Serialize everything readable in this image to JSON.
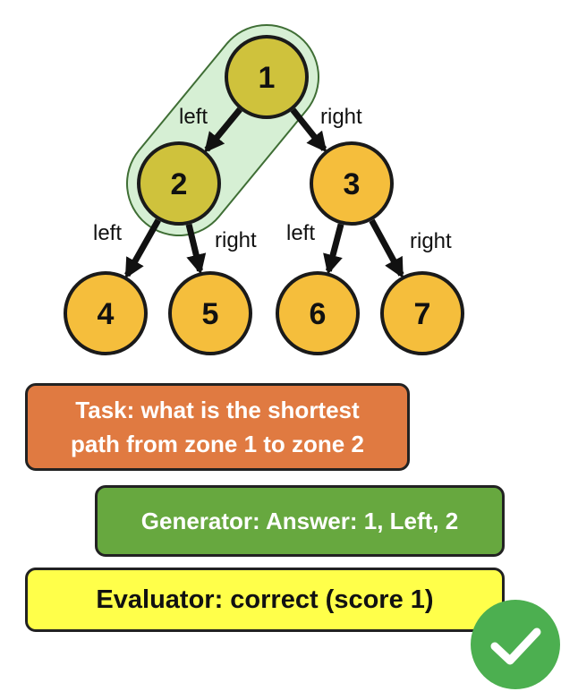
{
  "nodes": [
    {
      "id": "1",
      "label": "1"
    },
    {
      "id": "2",
      "label": "2"
    },
    {
      "id": "3",
      "label": "3"
    },
    {
      "id": "4",
      "label": "4"
    },
    {
      "id": "5",
      "label": "5"
    },
    {
      "id": "6",
      "label": "6"
    },
    {
      "id": "7",
      "label": "7"
    }
  ],
  "edges": [
    {
      "from": "1",
      "to": "2",
      "label": "left"
    },
    {
      "from": "1",
      "to": "3",
      "label": "right"
    },
    {
      "from": "2",
      "to": "4",
      "label": "left"
    },
    {
      "from": "2",
      "to": "5",
      "label": "right"
    },
    {
      "from": "3",
      "to": "6",
      "label": "left"
    },
    {
      "from": "3",
      "to": "7",
      "label": "right"
    }
  ],
  "highlighted_path": [
    "1",
    "2"
  ],
  "colors": {
    "node_fill": "#f5be3c",
    "highlighted_node_fill": "#cfc23c",
    "highlight_band": "#d6efd4",
    "highlight_band_stroke": "#3f6e35",
    "task_box": "#e07a41",
    "generator_box": "#67a83f",
    "evaluator_box": "#ffff4a",
    "check_badge": "#4caf50"
  },
  "task": {
    "line1": "Task: what is the shortest",
    "line2": "path from zone 1 to zone 2"
  },
  "generator": {
    "text": "Generator: Answer: 1, Left, 2"
  },
  "evaluator": {
    "text": "Evaluator: correct (score 1)"
  },
  "status_icon": "checkmark-icon"
}
